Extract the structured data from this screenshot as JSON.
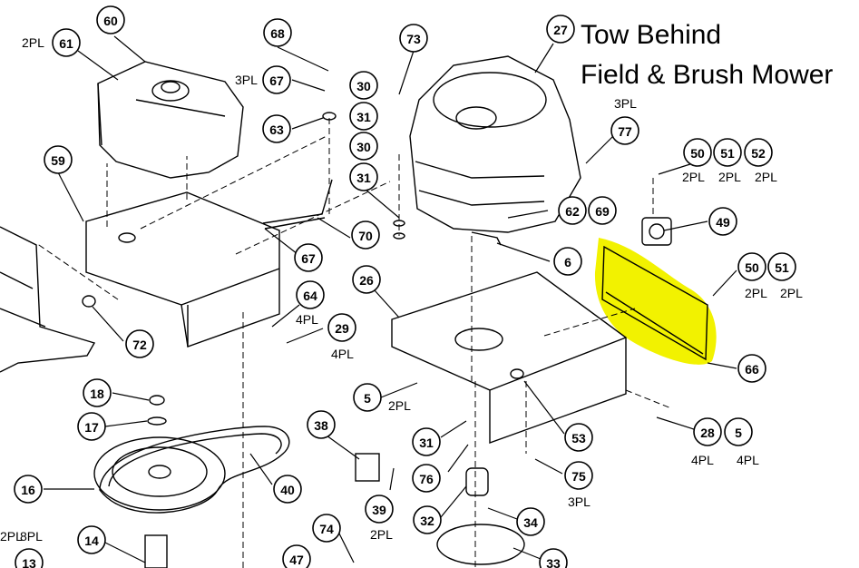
{
  "title": {
    "line1": "Tow Behind",
    "line2": "Field & Brush Mower"
  },
  "highlight_color": "#f2f200",
  "callouts": [
    {
      "id": "c60",
      "label": "60"
    },
    {
      "id": "c61",
      "label": "61"
    },
    {
      "id": "c68",
      "label": "68"
    },
    {
      "id": "c67a",
      "label": "67"
    },
    {
      "id": "c63",
      "label": "63"
    },
    {
      "id": "c30a",
      "label": "30"
    },
    {
      "id": "c31a",
      "label": "31"
    },
    {
      "id": "c30b",
      "label": "30"
    },
    {
      "id": "c31b",
      "label": "31"
    },
    {
      "id": "c73",
      "label": "73"
    },
    {
      "id": "c27",
      "label": "27"
    },
    {
      "id": "c77",
      "label": "77"
    },
    {
      "id": "c59",
      "label": "59"
    },
    {
      "id": "c70",
      "label": "70"
    },
    {
      "id": "c67b",
      "label": "67"
    },
    {
      "id": "c62",
      "label": "62"
    },
    {
      "id": "c69",
      "label": "69"
    },
    {
      "id": "c6",
      "label": "6"
    },
    {
      "id": "c50a",
      "label": "50"
    },
    {
      "id": "c51a",
      "label": "51"
    },
    {
      "id": "c52",
      "label": "52"
    },
    {
      "id": "c49",
      "label": "49"
    },
    {
      "id": "c50b",
      "label": "50"
    },
    {
      "id": "c51b",
      "label": "51"
    },
    {
      "id": "c26",
      "label": "26"
    },
    {
      "id": "c64",
      "label": "64"
    },
    {
      "id": "c29",
      "label": "29"
    },
    {
      "id": "c72",
      "label": "72"
    },
    {
      "id": "c66",
      "label": "66"
    },
    {
      "id": "c18",
      "label": "18"
    },
    {
      "id": "c17",
      "label": "17"
    },
    {
      "id": "c5a",
      "label": "5"
    },
    {
      "id": "c38",
      "label": "38"
    },
    {
      "id": "c31c",
      "label": "31"
    },
    {
      "id": "c53",
      "label": "53"
    },
    {
      "id": "c28",
      "label": "28"
    },
    {
      "id": "c5b",
      "label": "5"
    },
    {
      "id": "c16",
      "label": "16"
    },
    {
      "id": "c40",
      "label": "40"
    },
    {
      "id": "c76",
      "label": "76"
    },
    {
      "id": "c75",
      "label": "75"
    },
    {
      "id": "c39",
      "label": "39"
    },
    {
      "id": "c32",
      "label": "32"
    },
    {
      "id": "c34",
      "label": "34"
    },
    {
      "id": "c14",
      "label": "14"
    },
    {
      "id": "c74",
      "label": "74"
    },
    {
      "id": "c47",
      "label": "47"
    },
    {
      "id": "c33",
      "label": "33"
    },
    {
      "id": "c13",
      "label": "13"
    }
  ],
  "quantities": [
    {
      "id": "q61",
      "text": "2PL"
    },
    {
      "id": "q67",
      "text": "3PL"
    },
    {
      "id": "q77",
      "text": "3PL"
    },
    {
      "id": "q50a",
      "text": "2PL"
    },
    {
      "id": "q51a",
      "text": "2PL"
    },
    {
      "id": "q52",
      "text": "2PL"
    },
    {
      "id": "q50b",
      "text": "2PL"
    },
    {
      "id": "q51b",
      "text": "2PL"
    },
    {
      "id": "q64",
      "text": "4PL"
    },
    {
      "id": "q29",
      "text": "4PL"
    },
    {
      "id": "q5a",
      "text": "2PL"
    },
    {
      "id": "q28",
      "text": "4PL"
    },
    {
      "id": "q5b",
      "text": "4PL"
    },
    {
      "id": "q75",
      "text": "3PL"
    },
    {
      "id": "q39",
      "text": "2PL"
    },
    {
      "id": "q2pl",
      "text": "2PL"
    },
    {
      "id": "q8pl",
      "text": "8PL"
    }
  ]
}
